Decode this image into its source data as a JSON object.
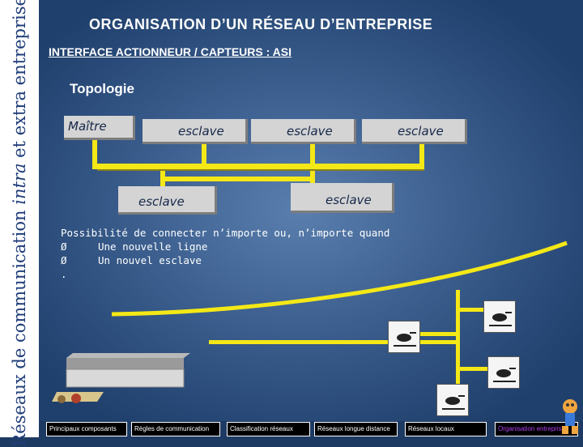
{
  "sidebar": {
    "vertical_title_before": "Réseaux de communication ",
    "vertical_title_italic": "intra",
    "vertical_title_after": " et extra entreprise."
  },
  "header": {
    "title": "ORGANISATION D’UN RÉSEAU D’ENTREPRISE",
    "subtitle": "INTERFACE ACTIONNEUR / CAPTEURS : ASI"
  },
  "topology": {
    "label": "Topologie",
    "master": "Maître",
    "slaves": [
      "esclave",
      "esclave",
      "esclave",
      "esclave",
      "esclave"
    ]
  },
  "possibility": {
    "intro": "Possibilité de connecter n’importe ou, n’importe quand",
    "bullet_glyph": "Ø",
    "items": [
      "Une nouvelle ligne",
      "Un nouvel esclave"
    ],
    "trailing": "."
  },
  "nav": {
    "items": [
      "Principaux composants",
      "Règles de communication",
      "Classification réseaux",
      "Réseaux longue distance",
      "Réseaux locaux",
      "Organisation entreprise"
    ],
    "active_index": 5
  },
  "colors": {
    "bus": "#f4e816",
    "box": "#d4d4d4",
    "active_nav": "#b040f0",
    "sidebar_text": "#1f3d79"
  },
  "icons": [
    "sensor-icon",
    "machine-icon",
    "mascot-icon"
  ]
}
